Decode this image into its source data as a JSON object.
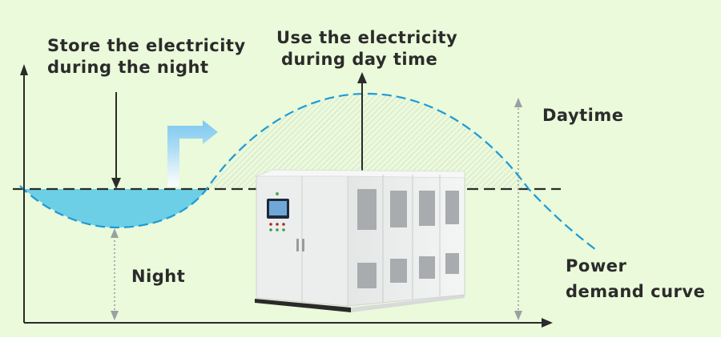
{
  "labels": {
    "store_line1": "Store the electricity",
    "store_line2": "during the night",
    "use_line1": "Use the electricity",
    "use_line2": "during day time",
    "daytime": "Daytime",
    "night": "Night",
    "power_line1": "Power",
    "power_line2": "demand curve"
  },
  "icons": {
    "storage_cabinet": "energy-storage-cabinet-image",
    "flow_arrow": "bent-right-arrow"
  },
  "colors": {
    "background": "#eafada",
    "curve": "#1e9ad6",
    "night_fill": "#6ccfe6",
    "text": "#2b2b2b",
    "axis": "#2b2b2b",
    "dotted_guide": "#9aa0a0"
  }
}
